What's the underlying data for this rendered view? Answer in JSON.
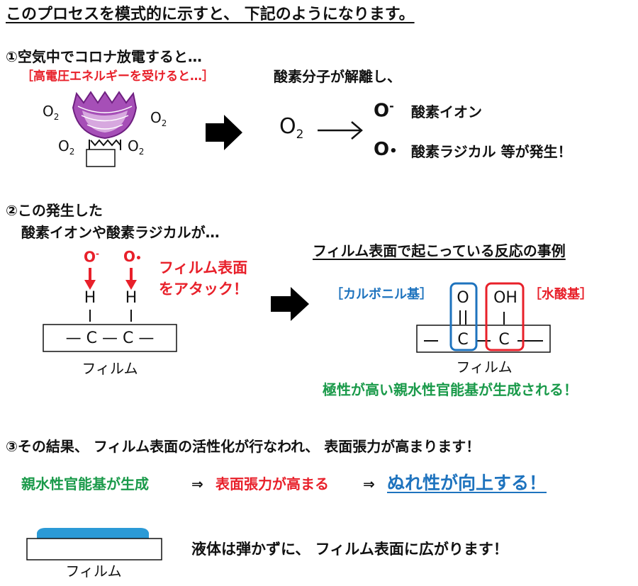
{
  "title": "このプロセスを模式的に示すと、 下記のようになります。",
  "step1": {
    "heading": "①空気中でコロナ放電すると…",
    "energy_note": "［高電圧エネルギーを受けると…］",
    "dissociation": "酸素分子が解離し、",
    "o2": "O",
    "o2_sub": "2",
    "o_label": "O",
    "ion_sup": "-",
    "radical_sup": "•",
    "ion_text": "酸素イオン",
    "radical_text": "酸素ラジカル 等が発生！",
    "colors": {
      "discharge": "#8a2f9a",
      "arrow": "#000000"
    }
  },
  "step2": {
    "heading_line1": "②この発生した",
    "heading_line2": "酸素イオンや酸素ラジカルが…",
    "attack_line1": "フィルム表面",
    "attack_line2": "をアタック！",
    "chain": "— C — C —",
    "film": "フィルム",
    "h_atom": "H",
    "c_atom": "C",
    "o_atom": "O",
    "oh_group": "OH",
    "example_title": "フィルム表面で起こっている反応の事例",
    "carbonyl": "［カルボニル基］",
    "hydroxyl": "［水酸基］",
    "result": "極性が高い親水性官能基が生成される！",
    "colors": {
      "red": "#e8202a",
      "blue": "#1e73be",
      "green": "#1a9a4a"
    }
  },
  "step3": {
    "heading": "③その結果、 フィルム表面の活性化が行なわれ、 表面張力が高まります！",
    "flow_a": "親水性官能基が生成",
    "arrow": "⇒",
    "flow_b": "表面張力が高まる",
    "flow_c": "ぬれ性が向上する！",
    "spread": "液体は弾かずに、 フィルム表面に広がります！",
    "film": "フィルム",
    "colors": {
      "liquid": "#2b9ad6"
    }
  }
}
